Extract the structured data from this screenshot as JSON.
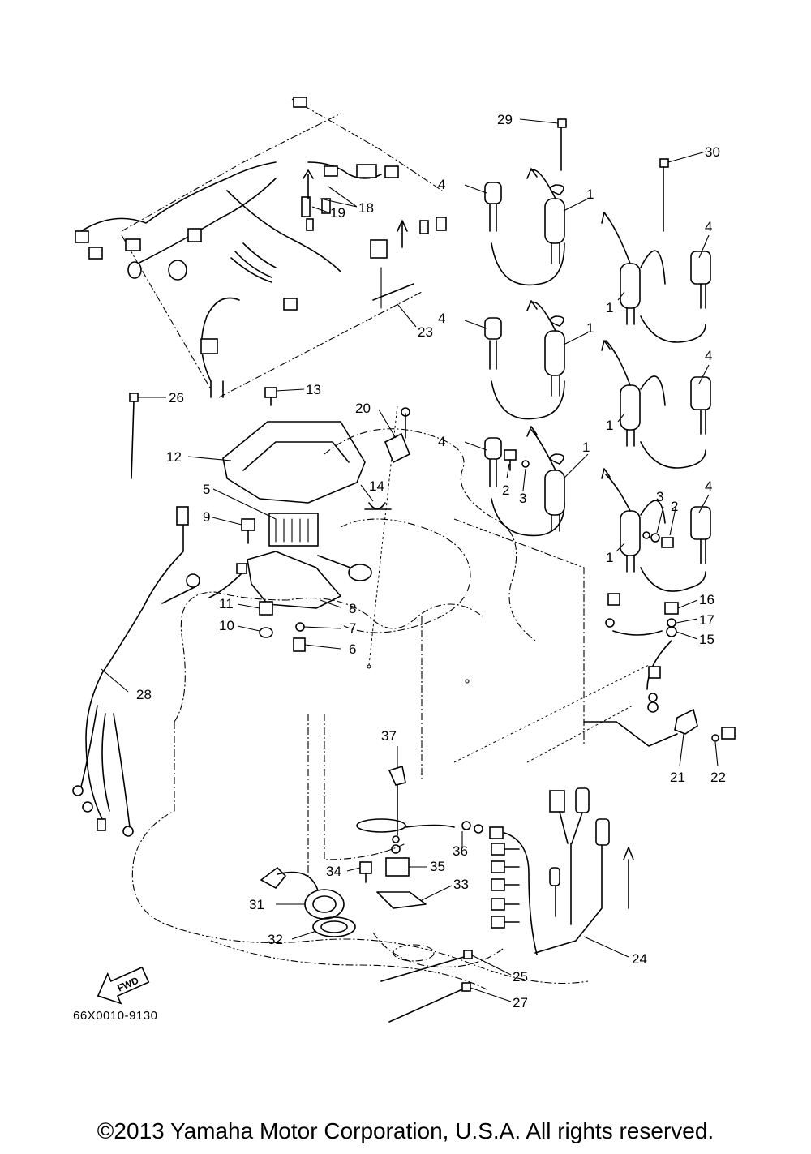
{
  "diagram": {
    "callouts": [
      "1",
      "2",
      "3",
      "4",
      "5",
      "6",
      "7",
      "8",
      "9",
      "10",
      "11",
      "12",
      "13",
      "14",
      "15",
      "16",
      "17",
      "18",
      "19",
      "20",
      "21",
      "22",
      "23",
      "24",
      "25",
      "26",
      "27",
      "28",
      "29",
      "30",
      "31",
      "32",
      "33",
      "34",
      "35",
      "36",
      "37"
    ],
    "fwd_label": "FWD",
    "drawing_code": "66X0010-9130"
  },
  "footer": {
    "copyright": "©2013 Yamaha Motor Corporation, U.S.A. All rights reserved."
  }
}
